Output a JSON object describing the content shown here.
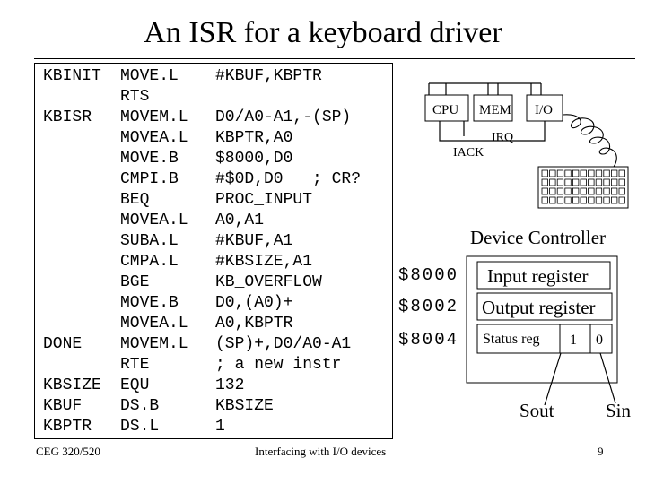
{
  "slide": {
    "title": "An ISR for a keyboard driver",
    "footer_left": "CEG 320/520",
    "footer_center": "Interfacing with I/O devices",
    "page_number": "9"
  },
  "code": [
    {
      "label": "KBINIT",
      "op": "MOVE.L",
      "arg": "#KBUF,KBPTR"
    },
    {
      "label": "",
      "op": "RTS",
      "arg": ""
    },
    {
      "label": "KBISR",
      "op": "MOVEM.L",
      "arg": "D0/A0-A1,-(SP)"
    },
    {
      "label": "",
      "op": "MOVEA.L",
      "arg": "KBPTR,A0"
    },
    {
      "label": "",
      "op": "MOVE.B",
      "arg": "$8000,D0"
    },
    {
      "label": "",
      "op": "CMPI.B",
      "arg": "#$0D,D0   ; CR?"
    },
    {
      "label": "",
      "op": "BEQ",
      "arg": "PROC_INPUT"
    },
    {
      "label": "",
      "op": "MOVEA.L",
      "arg": "A0,A1"
    },
    {
      "label": "",
      "op": "SUBA.L",
      "arg": "#KBUF,A1"
    },
    {
      "label": "",
      "op": "CMPA.L",
      "arg": "#KBSIZE,A1"
    },
    {
      "label": "",
      "op": "BGE",
      "arg": "KB_OVERFLOW"
    },
    {
      "label": "",
      "op": "MOVE.B",
      "arg": "D0,(A0)+"
    },
    {
      "label": "",
      "op": "MOVEA.L",
      "arg": "A0,KBPTR"
    },
    {
      "label": "DONE",
      "op": "MOVEM.L",
      "arg": "(SP)+,D0/A0-A1"
    },
    {
      "label": "",
      "op": "RTE",
      "arg": "; a new instr"
    },
    {
      "label": "KBSIZE",
      "op": "EQU",
      "arg": "132"
    },
    {
      "label": "KBUF",
      "op": "DS.B",
      "arg": "KBSIZE"
    },
    {
      "label": "KBPTR",
      "op": "DS.L",
      "arg": "1"
    }
  ],
  "diagram": {
    "bus": {
      "cpu": "CPU",
      "mem": "MEM",
      "io": "I/O",
      "irq": "IRQ",
      "iack": "IACK"
    },
    "keyboard_icon": "keyboard-icon",
    "device": {
      "title": "Device Controller",
      "registers": [
        {
          "address": "$8000",
          "name": "Input register"
        },
        {
          "address": "$8002",
          "name": "Output register"
        },
        {
          "address": "$8004",
          "name": "Status reg",
          "bits": [
            "1",
            "0"
          ]
        }
      ],
      "sout": "Sout",
      "sin": "Sin"
    }
  }
}
